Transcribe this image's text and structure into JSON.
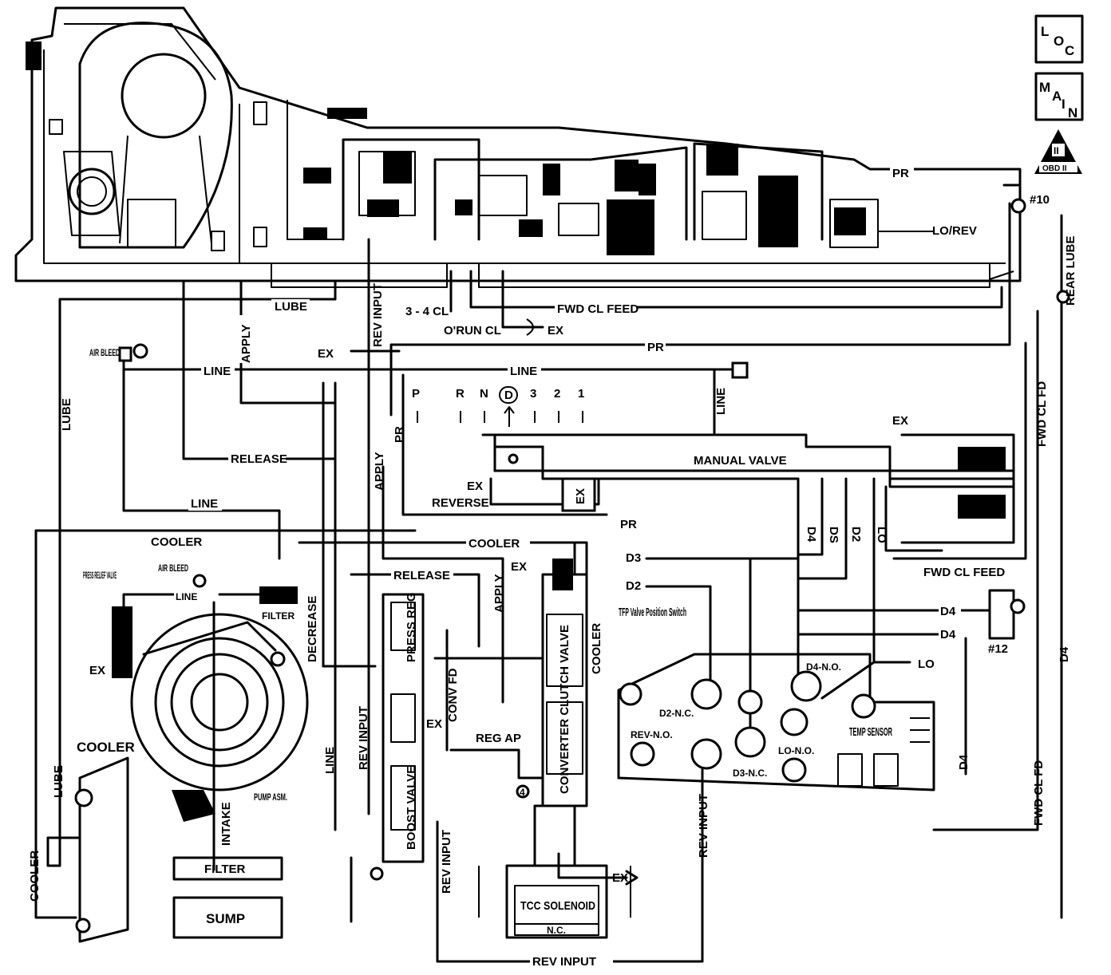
{
  "nav": {
    "loc": {
      "l1": "L",
      "l2": "O",
      "l3": "C"
    },
    "main": {
      "l1": "M",
      "l2": "A",
      "l3": "I",
      "l4": "N"
    },
    "obd": {
      "numeral": "II",
      "text": "OBD II"
    }
  },
  "lines": {
    "pr": "PR",
    "lo_rev": "LO/REV",
    "check_10": "#10",
    "rear_lube": "REAR LUBE",
    "lube": "LUBE",
    "apply": "APPLY",
    "rev_input": "REV INPUT",
    "cl34": "3 - 4 CL",
    "fwd_cl_feed": "FWD CL FEED",
    "oran_cl": "O'RUN CL",
    "ex": "EX",
    "air_bleed": "AIR BLEED",
    "line": "LINE",
    "release": "RELEASE",
    "decrease": "DECREASE",
    "reverse": "REVERSE",
    "manual_valve": "MANUAL VALVE",
    "cooler": "COOLER",
    "press_relief": "PRESS RELIEF VALVE",
    "filter": "FILTER",
    "sump": "SUMP",
    "intake": "INTAKE",
    "pump_asm": "PUMP ASM.",
    "conv_fd": "CONV FD",
    "reg_ap": "REG AP",
    "press_reg": "PRESS REG",
    "boost_valve": "BOOST VALVE",
    "clutch_valve": "CONVERTER CLUTCH VALVE",
    "tcc_solenoid": "TCC SOLENOID",
    "nc": "N.C.",
    "tfp": "TFP Valve Position Switch",
    "d2_nc": "D2-N.C.",
    "rev_no": "REV-N.O.",
    "d3_nc": "D3-N.C.",
    "lo_no": "LO-N.O.",
    "d4_no": "D4-N.O.",
    "temp_sensor": "TEMP SENSOR",
    "d3": "D3",
    "d2": "D2",
    "d4": "D4",
    "lo": "LO",
    "check_12": "#12",
    "fwd_cl_fd": "FWD CL FD",
    "check_4": "4",
    "ds": "DS"
  },
  "gear_positions": [
    "P",
    "R",
    "N",
    "D",
    "3",
    "2",
    "1"
  ]
}
